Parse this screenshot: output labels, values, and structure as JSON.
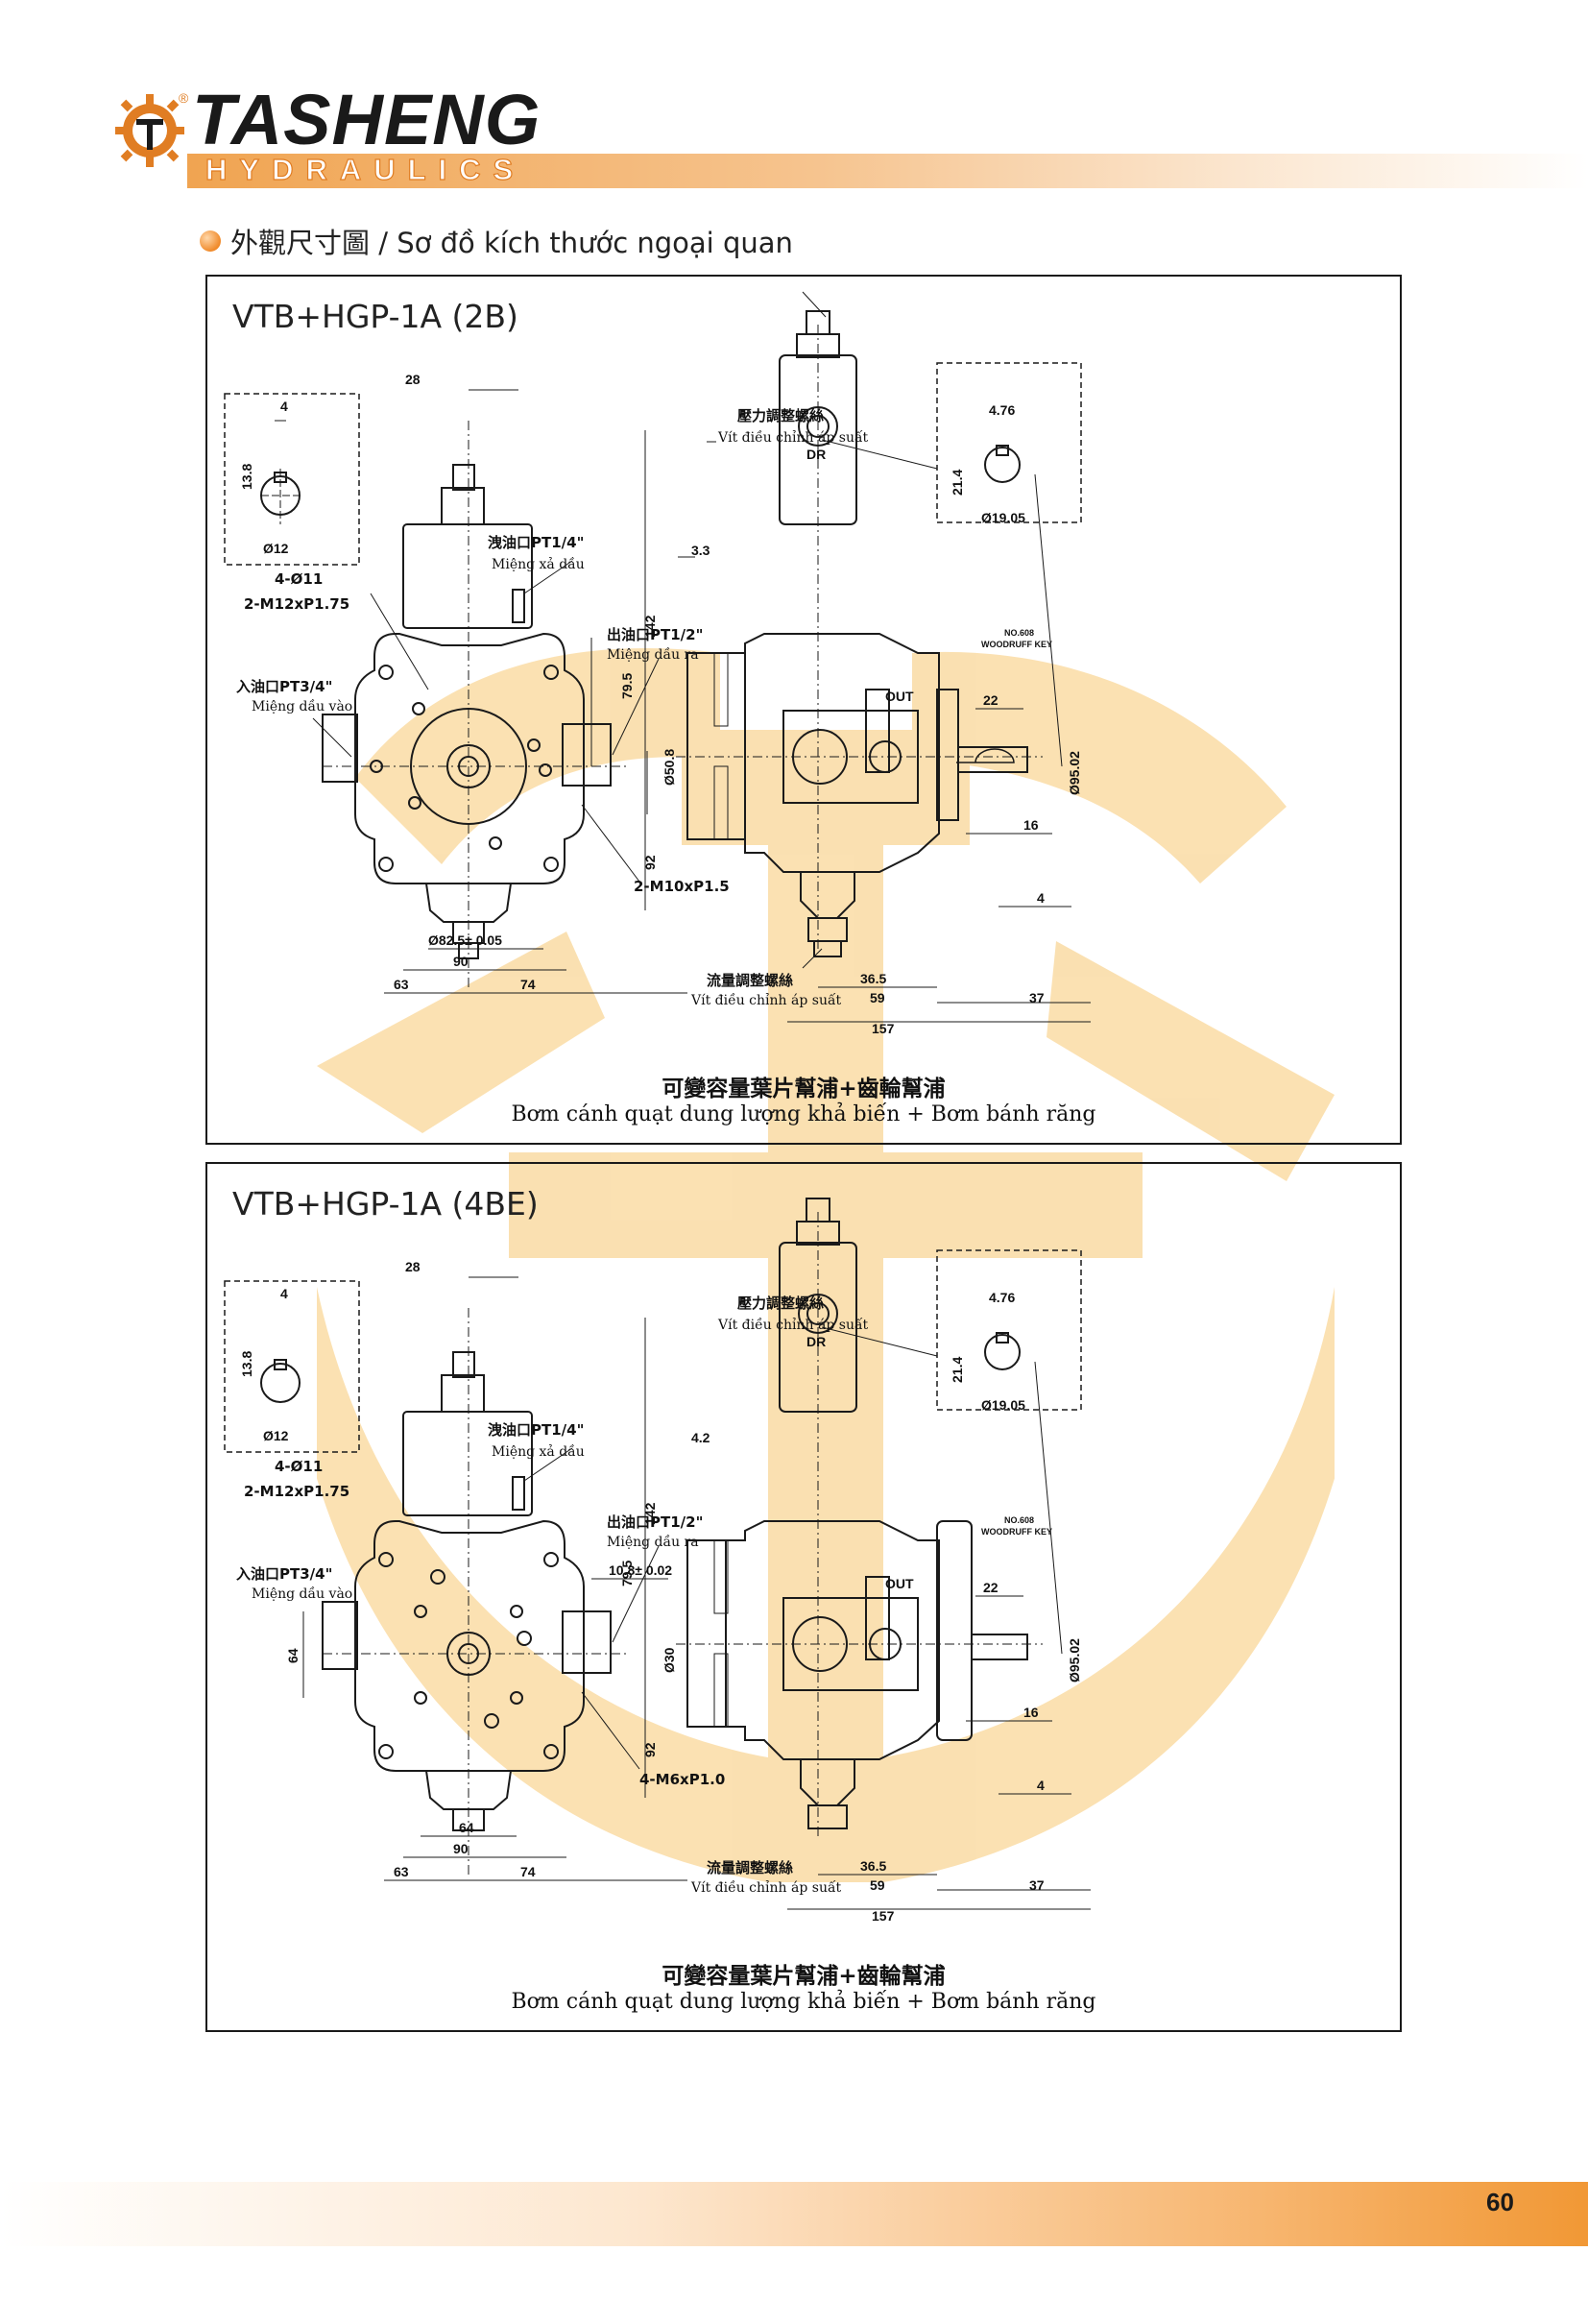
{
  "brand": {
    "name": "TASHENG",
    "sub": "HYDRAULICS",
    "registered": "®"
  },
  "section_title": "外觀尺寸圖 / Sơ đồ kích thước ngoại quan",
  "page_number": "60",
  "colors": {
    "accent": "#f0a451",
    "watermark": "#f7c872",
    "line": "#1a1a1a"
  },
  "panels": [
    {
      "title": "VTB+HGP-1A (2B)",
      "caption_zh": "可變容量葉片幫浦+齒輪幫浦",
      "caption_vi": "Bơm cánh quạt dung lượng khả biến + Bơm bánh răng",
      "labels": {
        "drain_zh": "洩油口PT1/4\"",
        "drain_vi": "Miệng xả dầu",
        "outlet_zh": "出油口PT1/2\"",
        "outlet_vi": "Miệng dầu ra",
        "inlet_zh": "入油口PT3/4\"",
        "inlet_vi": "Miệng dầu vào",
        "holes": "4-Ø11",
        "thread": "2-M12xP1.75",
        "thread2": "2-M10xP1.5",
        "pressure_zh": "壓力調整螺絲",
        "pressure_vi": "Vít điều chỉnh áp suất",
        "flow_zh": "流量調整螺絲",
        "flow_vi": "Vít điều chỉnh áp suất",
        "key": "NO.608",
        "key2": "WOODRUFF KEY",
        "dr": "DR",
        "out": "OUT"
      },
      "dims": {
        "d28": "28",
        "d79_5": "79.5",
        "d82_5": "Ø82.5± 0.05",
        "d90": "90",
        "d63": "63",
        "d74": "74",
        "d142": "142",
        "d92": "92",
        "d3_3": "3.3",
        "d50_8": "Ø50.8",
        "d22": "22",
        "d16": "16",
        "d4": "4",
        "d36_5": "36.5",
        "d59": "59",
        "d37": "37",
        "d157": "157",
        "d95_02": "Ø95.02",
        "s4": "4",
        "s13_8": "13.8",
        "s12": "Ø12",
        "s4_76": "4.76",
        "s21_4": "21.4",
        "s19_05": "Ø19.05"
      }
    },
    {
      "title": "VTB+HGP-1A (4BE)",
      "caption_zh": "可變容量葉片幫浦+齒輪幫浦",
      "caption_vi": "Bơm cánh quạt dung lượng khả biến + Bơm bánh răng",
      "labels": {
        "drain_zh": "洩油口PT1/4\"",
        "drain_vi": "Miệng xả dầu",
        "outlet_zh": "出油口PT1/2\"",
        "outlet_vi": "Miệng dầu ra",
        "inlet_zh": "入油口PT3/4\"",
        "inlet_vi": "Miệng dầu vào",
        "holes": "4-Ø11",
        "thread": "2-M12xP1.75",
        "thread2": "4-M6xP1.0",
        "pressure_zh": "壓力調整螺絲",
        "pressure_vi": "Vít điều chỉnh áp suất",
        "flow_zh": "流量調整螺絲",
        "flow_vi": "Vít điều chỉnh áp suất",
        "key": "NO.608",
        "key2": "WOODRUFF KEY",
        "dr": "DR",
        "out": "OUT"
      },
      "dims": {
        "d28": "28",
        "d79_5": "79.5",
        "d64a": "64",
        "d64b": "64",
        "d10_8": "10.8± 0.02",
        "d90": "90",
        "d63": "63",
        "d74": "74",
        "d142": "142",
        "d92": "92",
        "d4_2": "4.2",
        "d30": "Ø30",
        "d22": "22",
        "d16": "16",
        "d4": "4",
        "d36_5": "36.5",
        "d59": "59",
        "d37": "37",
        "d157": "157",
        "d95_02": "Ø95.02",
        "s4": "4",
        "s13_8": "13.8",
        "s12": "Ø12",
        "s4_76": "4.76",
        "s21_4": "21.4",
        "s19_05": "Ø19.05"
      }
    }
  ]
}
